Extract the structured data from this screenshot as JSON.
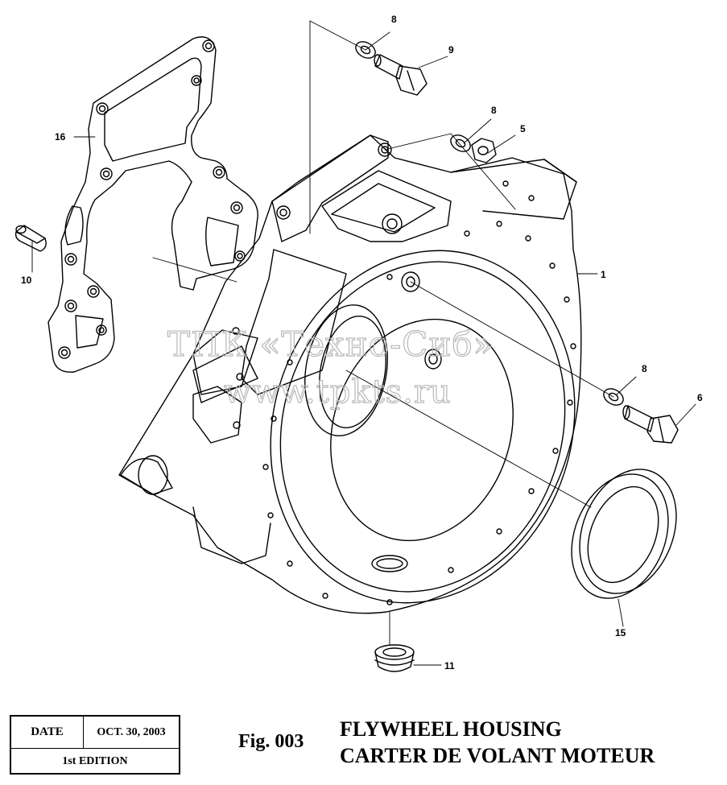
{
  "watermark": {
    "line1": "ТПК «Техно-Сиб»",
    "line2": "www.tpkts.ru"
  },
  "callouts": {
    "c1": "1",
    "c5": "5",
    "c6": "6",
    "c8a": "8",
    "c8b": "8",
    "c8c": "8",
    "c9": "9",
    "c10": "10",
    "c11": "11",
    "c15": "15",
    "c16": "16"
  },
  "title_block": {
    "date_label": "DATE",
    "date_value": "OCT. 30, 2003",
    "edition": "1st EDITION"
  },
  "figure": {
    "number": "Fig. 003",
    "title_en": "FLYWHEEL HOUSING",
    "title_fr": "CARTER DE VOLANT MOTEUR"
  }
}
